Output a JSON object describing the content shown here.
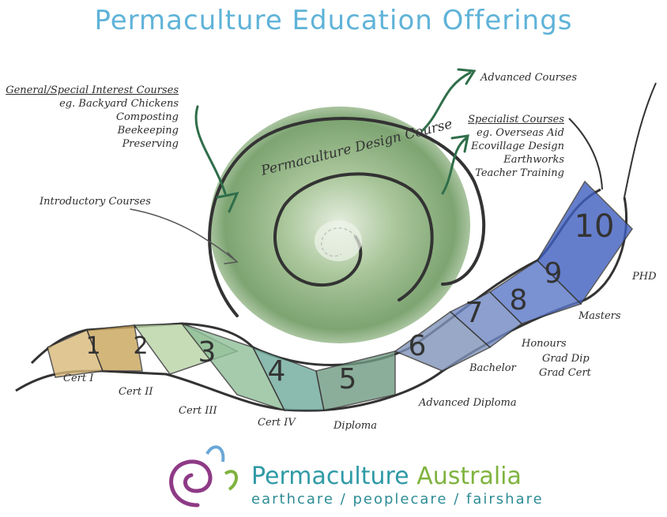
{
  "title": "Permaculture Education Offerings",
  "spiral_label": "Permaculture Design Course",
  "notes": {
    "general_heading": "General/Special Interest Courses",
    "general_items": [
      "eg. Backyard Chickens",
      "Composting",
      "Beekeeping",
      "Preserving"
    ],
    "introductory": "Introductory Courses",
    "advanced": "Advanced Courses",
    "specialist_heading": "Specialist Courses",
    "specialist_items": [
      "eg. Overseas Aid",
      "Ecovillage Design",
      "Earthworks",
      "Teacher Training"
    ]
  },
  "levels": [
    {
      "number": "1",
      "name": "Cert I",
      "color": "#d9b878"
    },
    {
      "number": "2",
      "name": "Cert II",
      "color": "#c9a45a"
    },
    {
      "number": "3",
      "name": "Cert III",
      "color": "#b9d4a6"
    },
    {
      "number": "4",
      "name": "Cert IV",
      "color": "#8fbf98"
    },
    {
      "number": "5",
      "name": "Diploma",
      "color": "#6fa99a"
    },
    {
      "number": "6",
      "name": "Advanced Diploma",
      "color": "#6f9a82"
    },
    {
      "number": "7",
      "name": "Bachelor",
      "color": "#7f93b8"
    },
    {
      "number": "8",
      "name": "Honours",
      "color": "#7088c4"
    },
    {
      "number": "9",
      "name": "Masters",
      "color": "#5a76c8"
    },
    {
      "number": "10",
      "name": "PHD",
      "color": "#3f5fc0"
    }
  ],
  "extra_labels": {
    "grad_dip": "Grad Dip",
    "grad_cert": "Grad Cert"
  },
  "organisation": {
    "name_part1": "Permaculture",
    "name_part2": "Australia",
    "tagline": "earthcare ∕ peoplecare ∕ fairshare"
  },
  "colors": {
    "title": "#5fb3d8",
    "shell_green": "#6a9a5c",
    "outline": "#333333",
    "arrow_green": "#2f6e4a",
    "brand_teal": "#2f9aa6",
    "brand_green": "#7fb33e",
    "brand_purple": "#8e3a86"
  }
}
